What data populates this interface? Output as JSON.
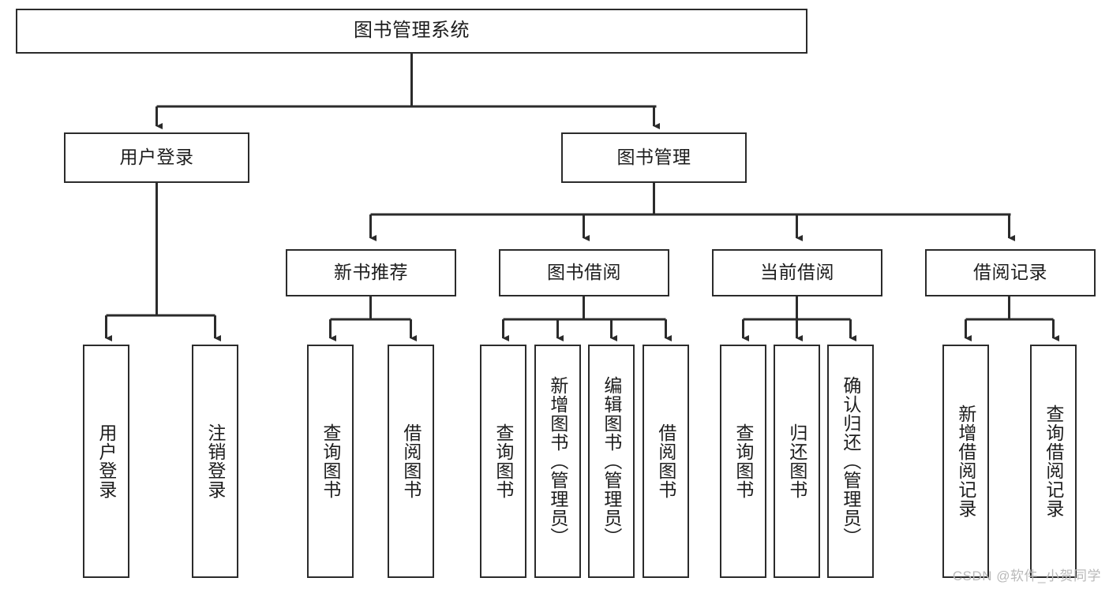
{
  "diagram": {
    "title": "图书管理系统",
    "watermark": "CSDN @软件_小贺同学",
    "colors": {
      "box_border": "#2b2b2b",
      "box_fill": "#ffffff",
      "edge": "#2b2b2b",
      "text": "#1d1d1d",
      "watermark": "#b9b9b9",
      "background": "#ffffff"
    },
    "levels": {
      "root": "图书管理系统",
      "level2": [
        "用户登录",
        "图书管理"
      ],
      "level3": [
        "新书推荐",
        "图书借阅",
        "当前借阅",
        "借阅记录"
      ]
    },
    "nodes": {
      "root": {
        "label": "图书管理系统"
      },
      "user_login": {
        "label": "用户登录"
      },
      "book_manage": {
        "label": "图书管理"
      },
      "new_book_rec": {
        "label": "新书推荐"
      },
      "book_borrow": {
        "label": "图书借阅"
      },
      "current_borrow": {
        "label": "当前借阅"
      },
      "borrow_record": {
        "label": "借阅记录"
      },
      "leaf_user_login": {
        "label": "用户登录"
      },
      "leaf_logout": {
        "label": "注销登录"
      },
      "leaf_query_book_1": {
        "label": "查询图书"
      },
      "leaf_borrow_book_1": {
        "label": "借阅图书"
      },
      "leaf_query_book_2": {
        "label": "查询图书"
      },
      "leaf_add_book": {
        "label": "新增图书（管理员）"
      },
      "leaf_edit_book": {
        "label": "编辑图书（管理员）"
      },
      "leaf_borrow_book_2": {
        "label": "借阅图书"
      },
      "leaf_query_book_3": {
        "label": "查询图书"
      },
      "leaf_return_book": {
        "label": "归还图书"
      },
      "leaf_confirm_return": {
        "label": "确认归还（管理员）"
      },
      "leaf_add_record": {
        "label": "新增借阅记录"
      },
      "leaf_query_record": {
        "label": "查询借阅记录"
      }
    },
    "edges": [
      {
        "from": "root",
        "to": "用户登录"
      },
      {
        "from": "root",
        "to": "图书管理"
      },
      {
        "from": "用户登录",
        "to": "用户登录(leaf)"
      },
      {
        "from": "用户登录",
        "to": "注销登录"
      },
      {
        "from": "图书管理",
        "to": "新书推荐"
      },
      {
        "from": "图书管理",
        "to": "图书借阅"
      },
      {
        "from": "图书管理",
        "to": "当前借阅"
      },
      {
        "from": "图书管理",
        "to": "借阅记录"
      },
      {
        "from": "新书推荐",
        "to": "查询图书"
      },
      {
        "from": "新书推荐",
        "to": "借阅图书"
      },
      {
        "from": "图书借阅",
        "to": "查询图书"
      },
      {
        "from": "图书借阅",
        "to": "新增图书（管理员）"
      },
      {
        "from": "图书借阅",
        "to": "编辑图书（管理员）"
      },
      {
        "from": "图书借阅",
        "to": "借阅图书"
      },
      {
        "from": "当前借阅",
        "to": "查询图书"
      },
      {
        "from": "当前借阅",
        "to": "归还图书"
      },
      {
        "from": "当前借阅",
        "to": "确认归还（管理员）"
      },
      {
        "from": "借阅记录",
        "to": "新增借阅记录"
      },
      {
        "from": "借阅记录",
        "to": "查询借阅记录"
      }
    ]
  }
}
